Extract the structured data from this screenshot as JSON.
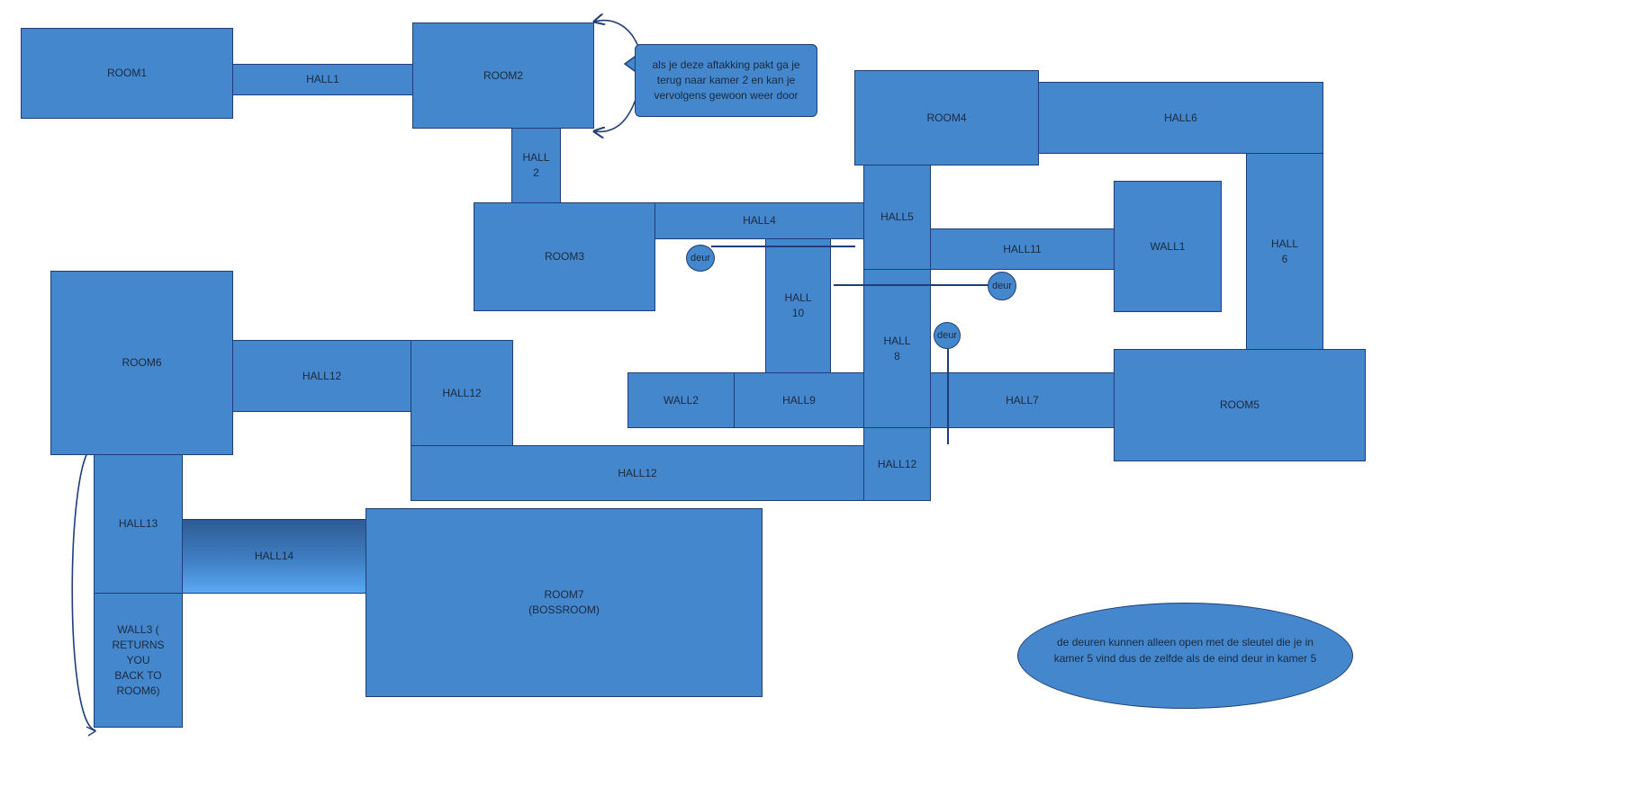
{
  "colors": {
    "fill": "#4487cc",
    "stroke": "#1f3d78",
    "background": "#ffffff"
  },
  "rooms": {
    "room1": "ROOM1",
    "room2": "ROOM2",
    "room3": "ROOM3",
    "room4": "ROOM4",
    "room5": "ROOM5",
    "room6": "ROOM6",
    "room7": "ROOM7\n(BOSSROOM)"
  },
  "halls": {
    "hall1": "HALL1",
    "hall2": "HALL\n2",
    "hall4": "HALL4",
    "hall5": "HALL5",
    "hall6": "HALL6",
    "hall6_vertical": "HALL\n6",
    "hall7": "HALL7",
    "hall8": "HALL\n8",
    "hall9": "HALL9",
    "hall10": "HALL\n10",
    "hall11": "HALL11",
    "hall12": "HALL12",
    "hall13": "HALL13",
    "hall14": "HALL14"
  },
  "walls": {
    "wall1": "WALL1",
    "wall2": "WALL2",
    "wall3": "WALL3 (\nRETURNS\nYOU\nBACK TO\nROOM6)"
  },
  "doors": {
    "label": "deur"
  },
  "notes": {
    "callout": "als je deze aftakking pakt ga je terug naar kamer 2 en kan je vervolgens gewoon weer door",
    "ellipse": "de deuren kunnen alleen open met de sleutel die je in kamer 5 vind dus de zelfde als de eind deur in kamer 5"
  }
}
